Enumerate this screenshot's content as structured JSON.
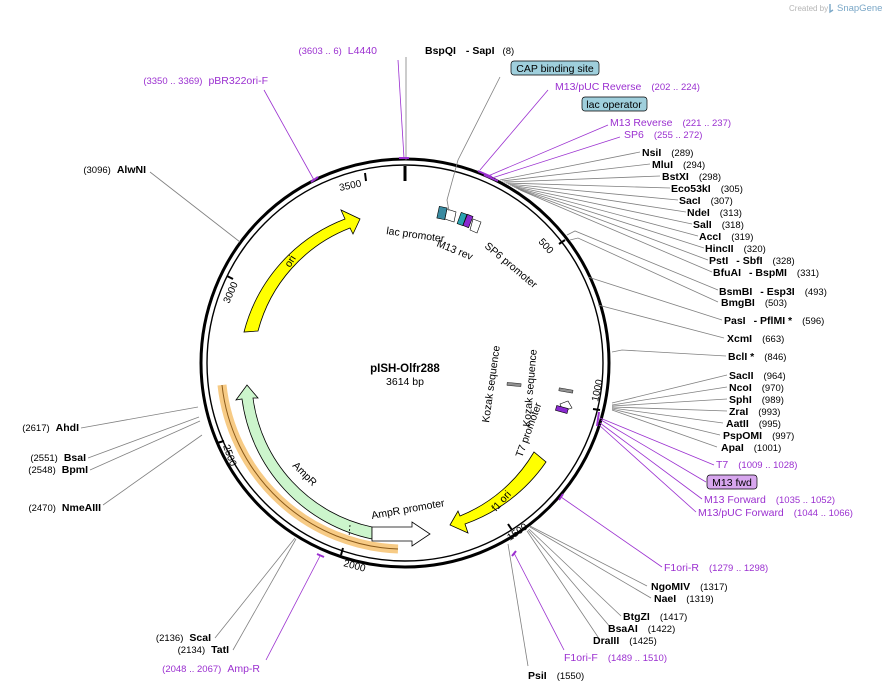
{
  "watermark": {
    "created_by": "Created by",
    "brand": "SnapGene"
  },
  "plasmid": {
    "name": "pISH-Olfr288",
    "length": "3614 bp"
  },
  "ruler_ticks": [
    "500",
    "1000",
    "1500",
    "2000",
    "2500",
    "3000",
    "3500"
  ],
  "sites": [
    {
      "name": "BspQI",
      "pos": "(8)"
    },
    {
      "name": "SapI"
    },
    {
      "name": "NsiI",
      "pos": "(289)"
    },
    {
      "name": "MluI",
      "pos": "(294)"
    },
    {
      "name": "BstXI",
      "pos": "(298)"
    },
    {
      "name": "Eco53kI",
      "pos": "(305)"
    },
    {
      "name": "SacI",
      "pos": "(307)"
    },
    {
      "name": "NdeI",
      "pos": "(313)"
    },
    {
      "name": "SalI",
      "pos": "(318)"
    },
    {
      "name": "AccI",
      "pos": "(319)"
    },
    {
      "name": "HincII",
      "pos": "(320)"
    },
    {
      "name": "PstI"
    },
    {
      "name": "SbfI",
      "pos": "(328)"
    },
    {
      "name": "BfuAI"
    },
    {
      "name": "BspMI",
      "pos": "(331)"
    },
    {
      "name": "BsmBI"
    },
    {
      "name": "Esp3I",
      "pos": "(493)"
    },
    {
      "name": "BmgBI",
      "pos": "(503)"
    },
    {
      "name": "PasI"
    },
    {
      "name": "PflMI *",
      "pos": "(596)"
    },
    {
      "name": "XcmI",
      "pos": "(663)"
    },
    {
      "name": "BclI *",
      "pos": "(846)"
    },
    {
      "name": "SacII",
      "pos": "(964)"
    },
    {
      "name": "NcoI",
      "pos": "(970)"
    },
    {
      "name": "SphI",
      "pos": "(989)"
    },
    {
      "name": "ZraI",
      "pos": "(993)"
    },
    {
      "name": "AatII",
      "pos": "(995)"
    },
    {
      "name": "PspOMI",
      "pos": "(997)"
    },
    {
      "name": "ApaI",
      "pos": "(1001)"
    },
    {
      "name": "NgoMIV",
      "pos": "(1317)"
    },
    {
      "name": "NaeI",
      "pos": "(1319)"
    },
    {
      "name": "BtgZI",
      "pos": "(1417)"
    },
    {
      "name": "BsaAI",
      "pos": "(1422)"
    },
    {
      "name": "DraIII",
      "pos": "(1425)"
    },
    {
      "name": "PsiI",
      "pos": "(1550)"
    },
    {
      "name": "AlwNI",
      "pos": "(3096)"
    },
    {
      "name": "AhdI",
      "pos": "(2617)"
    },
    {
      "name": "BsaI",
      "pos": "(2551)"
    },
    {
      "name": "BpmI",
      "pos": "(2548)"
    },
    {
      "name": "NmeAIII",
      "pos": "(2470)"
    },
    {
      "name": "ScaI",
      "pos": "(2136)"
    },
    {
      "name": "TatI",
      "pos": "(2134)"
    }
  ],
  "primers": [
    {
      "name": "L4440",
      "range": "(3603 .. 6)"
    },
    {
      "name": "pBR322ori-F",
      "range": "(3350 .. 3369)"
    },
    {
      "name": "M13/pUC Reverse",
      "range": "(202 .. 224)"
    },
    {
      "name": "M13 Reverse",
      "range": "(221 .. 237)"
    },
    {
      "name": "SP6",
      "range": "(255 .. 272)"
    },
    {
      "name": "T7",
      "range": "(1009 .. 1028)"
    },
    {
      "name": "M13 Forward",
      "range": "(1035 .. 1052)"
    },
    {
      "name": "M13/pUC Forward",
      "range": "(1044 .. 1066)"
    },
    {
      "name": "F1ori-R",
      "range": "(1279 .. 1298)"
    },
    {
      "name": "F1ori-F",
      "range": "(1489 .. 1510)"
    },
    {
      "name": "Amp-R",
      "range": "(2048 .. 2067)"
    }
  ],
  "boxed": [
    {
      "name": "CAP binding site",
      "color": "#9fcfdc"
    },
    {
      "name": "lac operator",
      "color": "#9fcfdc"
    },
    {
      "name": "M13 fwd",
      "color": "#d7a6ee"
    }
  ],
  "features": [
    {
      "name": "lac promoter"
    },
    {
      "name": "M13 rev"
    },
    {
      "name": "SP6 promoter"
    },
    {
      "name": "Kozak sequence"
    },
    {
      "name": "Kozak sequence"
    },
    {
      "name": "T7 promoter"
    },
    {
      "name": "f1 ori",
      "color": "#ffff00"
    },
    {
      "name": "AmpR promoter"
    },
    {
      "name": "AmpR",
      "color": "#ccf5cc"
    },
    {
      "name": "ori",
      "color": "#ffff00"
    }
  ],
  "colors": {
    "primer": "#9b30d0",
    "leader": "#808080",
    "orf_highlight": "#f0a020"
  }
}
